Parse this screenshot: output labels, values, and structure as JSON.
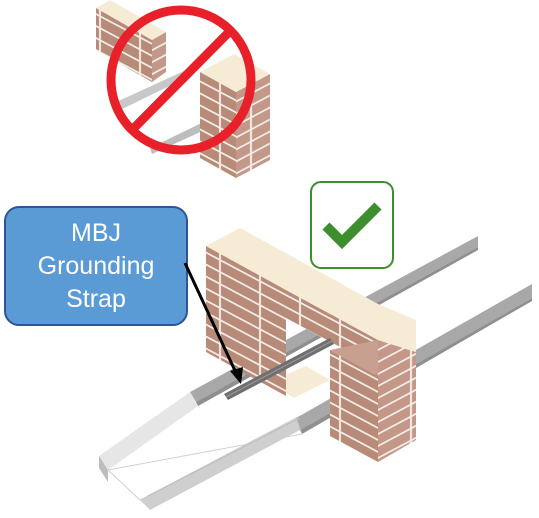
{
  "callout": {
    "lines": [
      "MBJ",
      "Grounding",
      "Strap"
    ]
  },
  "colors": {
    "prohibited": "#e8202a",
    "approved": "#3d8f2e",
    "callout_fill": "#5b9bd5",
    "callout_border": "#2f5597",
    "brick": "#b88a78",
    "brick_mortar": "#f3ece6",
    "brick_top": "#f6ecd6",
    "rail": "#a8a8a8"
  },
  "icons": {
    "prohibited": "no-entry-icon",
    "approved": "checkmark-icon"
  }
}
